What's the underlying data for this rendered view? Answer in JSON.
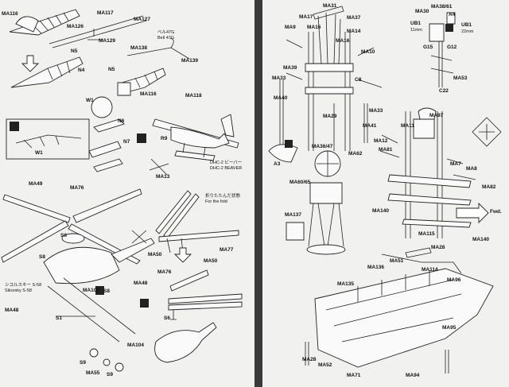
{
  "left_page": {
    "labels": {
      "MA116_top": "MA116",
      "MA117": "MA117",
      "MA127": "MA127",
      "MA126": "MA126",
      "MA129": "MA129",
      "MA138": "MA138",
      "N5_a": "N5",
      "N4": "N4",
      "N5_b": "N5",
      "MA139": "MA139",
      "MA116_mid": "MA116",
      "MA118": "MA118",
      "W1_a": "W1",
      "N6": "N6",
      "N7": "N7",
      "W1_b": "W1",
      "R9": "R9",
      "MA13": "MA13",
      "MA49": "MA49",
      "MA76_a": "MA76",
      "S6_a": "S6",
      "S8_a": "S8",
      "MA50_a": "MA50",
      "MA77": "MA77",
      "MA50_b": "MA50",
      "MA76_b": "MA76",
      "MA103": "MA103",
      "S8_b": "S8",
      "MA48_a": "MA48",
      "MA48_b": "MA48",
      "S1": "S1",
      "S6_b": "S6",
      "MA104": "MA104",
      "S9_a": "S9",
      "MA55": "MA55",
      "S9_b": "S9"
    },
    "notes": {
      "bell47_jp": "ベル47G",
      "bell47": "Bell 47G",
      "beaver_jp": "DHC-2 ビーバー",
      "beaver": "DHC-2 BEAVER",
      "fold_jp": "折りたたんだ状態",
      "fold": "For the fold",
      "s58_jp": "シコルスキー S-58",
      "s58": "Sikorsky S-58"
    }
  },
  "right_page": {
    "labels": {
      "MA31": "MA31",
      "MA17": "MA17",
      "MA37": "MA37",
      "MA30": "MA30",
      "MA38_61": "MA38/61",
      "A4": "A4",
      "UB1_a": "UB1",
      "UB1_b": "UB1",
      "MA9": "MA9",
      "MA16_a": "MA16",
      "MA14": "MA14",
      "MA16_b": "MA16",
      "G15": "G15",
      "G12": "G12",
      "MA10": "MA10",
      "MA39": "MA39",
      "C8": "C8",
      "MA33_a": "MA33",
      "MA53": "MA53",
      "C22": "C22",
      "MA40": "MA40",
      "MA33_b": "MA33",
      "MA29": "MA29",
      "MA97": "MA97",
      "MA41": "MA41",
      "MA11": "MA11",
      "A3": "A3",
      "MA36_47": "MA36/47",
      "MA62": "MA62",
      "MA12": "MA12",
      "MA81": "MA81",
      "MA7": "MA7",
      "MA8": "MA8",
      "MA82": "MA82",
      "MA60_65": "MA60/65",
      "MA140_a": "MA140",
      "MA137": "MA137",
      "MA115": "MA115",
      "MA140_b": "MA140",
      "MA28": "MA28",
      "MA51": "MA51",
      "MA114": "MA114",
      "MA136": "MA136",
      "MA135": "MA135",
      "MA96": "MA96",
      "MA95": "MA95",
      "MA28_b": "MA28",
      "MA52": "MA52",
      "MA71": "MA71",
      "MA94": "MA94",
      "fwd": "Fwd."
    },
    "notes": {
      "ub1_size_a": "11mm",
      "ub1_size_b": "22mm"
    }
  }
}
